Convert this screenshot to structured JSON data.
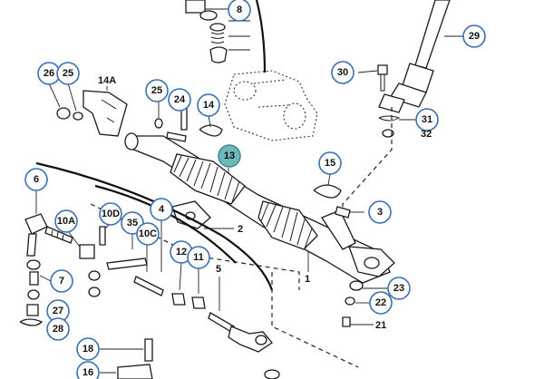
{
  "callouts": [
    {
      "id": "8",
      "label": "8"
    },
    {
      "id": "29",
      "label": "29"
    },
    {
      "id": "26",
      "label": "26"
    },
    {
      "id": "25a",
      "label": "25"
    },
    {
      "id": "25b",
      "label": "25"
    },
    {
      "id": "24",
      "label": "24"
    },
    {
      "id": "14",
      "label": "14"
    },
    {
      "id": "30",
      "label": "30"
    },
    {
      "id": "31",
      "label": "31"
    },
    {
      "id": "13",
      "label": "13",
      "highlight": true
    },
    {
      "id": "15",
      "label": "15"
    },
    {
      "id": "6",
      "label": "6"
    },
    {
      "id": "3",
      "label": "3"
    },
    {
      "id": "4",
      "label": "4"
    },
    {
      "id": "10A",
      "label": "10A"
    },
    {
      "id": "10D",
      "label": "10D"
    },
    {
      "id": "35",
      "label": "35"
    },
    {
      "id": "10C",
      "label": "10C"
    },
    {
      "id": "12",
      "label": "12"
    },
    {
      "id": "11",
      "label": "11"
    },
    {
      "id": "7",
      "label": "7"
    },
    {
      "id": "23",
      "label": "23"
    },
    {
      "id": "22",
      "label": "22"
    },
    {
      "id": "27",
      "label": "27"
    },
    {
      "id": "28",
      "label": "28"
    },
    {
      "id": "18",
      "label": "18"
    },
    {
      "id": "16",
      "label": "16"
    }
  ],
  "labels": [
    {
      "id": "14A",
      "text": "14A"
    },
    {
      "id": "32",
      "text": "32"
    },
    {
      "id": "2",
      "text": "2"
    },
    {
      "id": "1",
      "text": "1"
    },
    {
      "id": "5",
      "text": "5"
    },
    {
      "id": "21",
      "text": "21"
    }
  ],
  "colors": {
    "callout_ring": "#3a6fb3",
    "highlight_fill": "#6fb8ba"
  }
}
